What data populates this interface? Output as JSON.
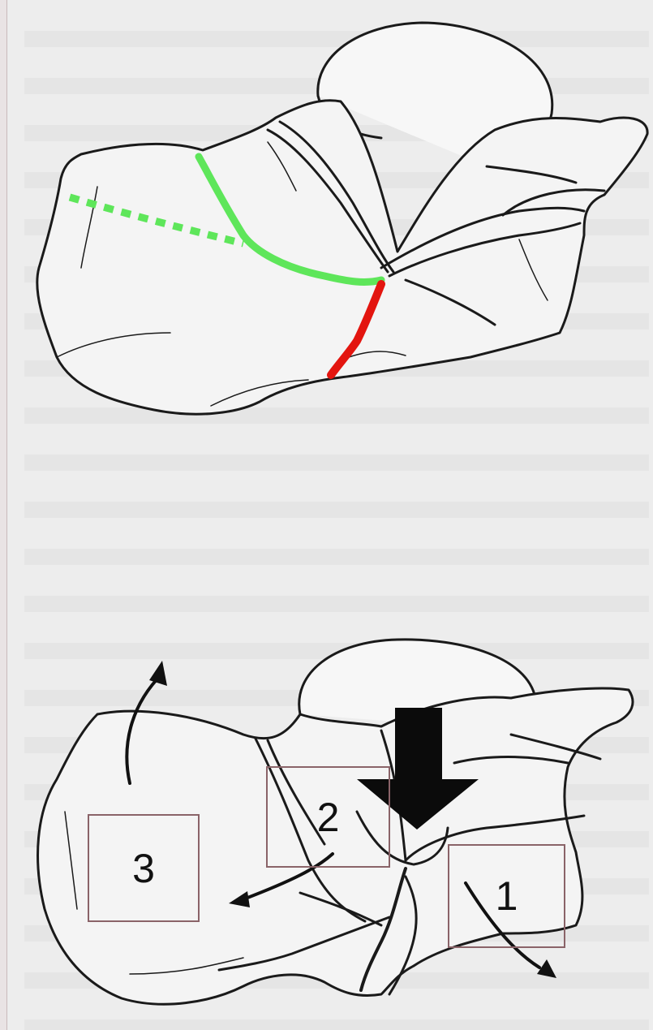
{
  "labels": {
    "one": "1",
    "two": "2",
    "three": "3"
  },
  "colors": {
    "green_line": "#5ee65a",
    "red_line": "#e3150f",
    "box_border": "#8a6368",
    "ink": "#111111"
  }
}
